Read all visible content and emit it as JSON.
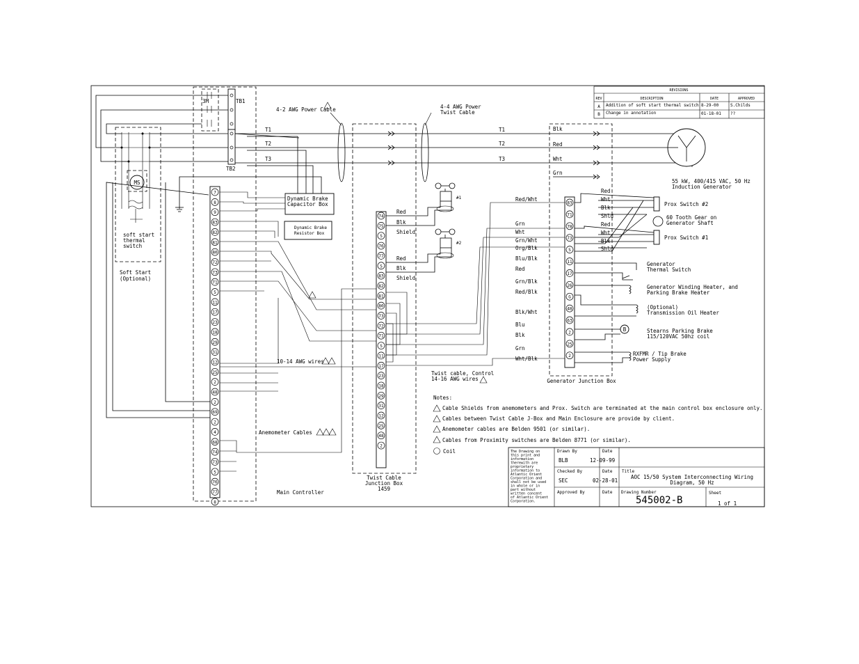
{
  "revisions": {
    "title": "REVISIONS",
    "headers": [
      "REV",
      "DESCRIPTION",
      "DATE",
      "APPROVED"
    ],
    "rows": [
      {
        "rev": "A",
        "description": "Addition of soft start thermal switch",
        "date": "8-29-00",
        "approved": "S.Childs"
      },
      {
        "rev": "B",
        "description": "Change in annotation",
        "date": "01-18-01",
        "approved": "??"
      }
    ]
  },
  "cables": {
    "power_cable": "4-2 AWG Power Cable",
    "twist_cable_line1": "4-4 AWG Power",
    "twist_cable_line2": "Twist Cable",
    "awg_wires": "10-14 AWG wires",
    "anemometer": "Anemometer Cables",
    "twist_control_line1": "Twist cable, Control",
    "twist_control_line2": "14-16 AWG wires"
  },
  "lines": {
    "t1_left": "T1",
    "t2_left": "T2",
    "t3_left": "T3",
    "t1_right": "T1",
    "t2_right": "T2",
    "t3_right": "T3",
    "blk": "Blk",
    "red": "Red",
    "wht": "Wht",
    "grn": "Grn"
  },
  "soft_start": {
    "contactor": "3M",
    "tb1": "TB1",
    "tb2": "TB2",
    "motor": "MS",
    "thermal_line1": "soft start",
    "thermal_line2": "thermal",
    "thermal_line3": "switch",
    "label_line1": "Soft Start",
    "label_line2": "(Optional)"
  },
  "brake": {
    "capacitor_line1": "Dynamic Brake",
    "capacitor_line2": "Capacitor Box",
    "resistor_line1": "Dynamic Brake",
    "resistor_line2": "Resistor Box"
  },
  "main_controller": {
    "label": "Main Controller",
    "terminals": [
      "7",
      "8",
      "9",
      "83",
      "82",
      "81",
      "80",
      "72",
      "73",
      "71",
      "5",
      "11",
      "17",
      "23",
      "18",
      "29",
      "31",
      "12",
      "25",
      "2",
      "48",
      "2",
      "69",
      "2",
      "4",
      "68",
      "74",
      "73",
      "5",
      "76",
      "77",
      "8"
    ]
  },
  "twist_junction": {
    "label_line1": "Twist Cable",
    "label_line2": "Junction Box",
    "label_line3": "1459",
    "terminals": [
      "74",
      "75",
      "S",
      "76",
      "77",
      "S",
      "83",
      "82",
      "81",
      "80",
      "73",
      "72",
      "71",
      "S",
      "11",
      "17",
      "23",
      "18",
      "29",
      "31",
      "12",
      "25",
      "48",
      "2"
    ],
    "wires_top": [
      "Red",
      "Blk",
      "Shield"
    ],
    "wires_mid": [
      "Red",
      "Blk",
      "Shield"
    ]
  },
  "anemometers": {
    "a1": "#1",
    "a2": "#2"
  },
  "gen_junction": {
    "label": "Generator Junction Box",
    "terminals": [
      "83",
      "71",
      "78",
      "73",
      "S",
      "11",
      "17",
      "26",
      "G",
      "48",
      "63",
      "2",
      "25",
      "2"
    ],
    "left_wires": [
      "Red/Wht",
      "Grn",
      "Wht",
      "Grn/Wht",
      "Org/Blk",
      "Blu/Blk",
      "Red",
      "Grn/Blk",
      "Red/Blk",
      "Blk/Wht",
      "Blu",
      "Blk",
      "Grn",
      "Wht/Blk"
    ],
    "prox2_wires": [
      "Red",
      "Wht",
      "Blk",
      "Shld"
    ],
    "prox1_wires": [
      "Red",
      "Wht",
      "Blk",
      "Shld"
    ]
  },
  "generator": {
    "line1": "55 kW, 400/415 VAC, 50 Hz",
    "line2": "Induction Generator"
  },
  "devices": {
    "prox2": "Prox Switch #2",
    "gear_line1": "60 Tooth Gear on",
    "gear_line2": "Generator Shaft",
    "prox1": "Prox Switch #1",
    "gen_thermal_line1": "Generator",
    "gen_thermal_line2": "Thermal Switch",
    "heater_line1": "Generator Winding Heater, and",
    "heater_line2": "Parking Brake Heater",
    "trans_line1": "(Optional)",
    "trans_line2": "Transmission Oil Heater",
    "brake_line1": "Stearns Parking Brake",
    "brake_line2": "115/120VAC 50hz coil",
    "brake_symbol": "B",
    "tip_line1": "RXFMR / Tip Brake",
    "tip_line2": "Power Supply"
  },
  "notes": {
    "title": "Notes:",
    "items": [
      "Cable Shields from anemometers and Prox. Switch are terminated at the main control box enclosure only.",
      "Cables between Twist Cable J-Box and Main Enclosure are provide by client.",
      "Anemometer cables are Belden 9501 (or similar).",
      "Cables from Proximity switches are Belden 8771 (or similar)."
    ],
    "coil": "Coil"
  },
  "title_block": {
    "proprietary": [
      "The Drawing on",
      "this print and",
      "information",
      "therewith are",
      "proprietary",
      "information to",
      "Atlantic Orient",
      "Corporation and",
      "shall not be used",
      "in whole or in",
      "part without",
      "written concent",
      "of Atlantic Orient",
      "Corporation."
    ],
    "drawn_by_label": "Drawn By",
    "drawn_by": "BLB",
    "drawn_date_label": "Date",
    "drawn_date": "12-09-99",
    "checked_by_label": "Checked By",
    "checked_by": "SEC",
    "checked_date_label": "Date",
    "checked_date": "02-28-01",
    "approved_by_label": "Approved By",
    "approved_date_label": "Date",
    "title_label": "Title",
    "title_line1": "AOC 15/50 System Interconnecting Wiring",
    "title_line2": "Diagram, 50 Hz",
    "drawing_number_label": "Drawing Number",
    "drawing_number": "545002-B",
    "sheet_label": "Sheet",
    "sheet": "1 of 1"
  }
}
